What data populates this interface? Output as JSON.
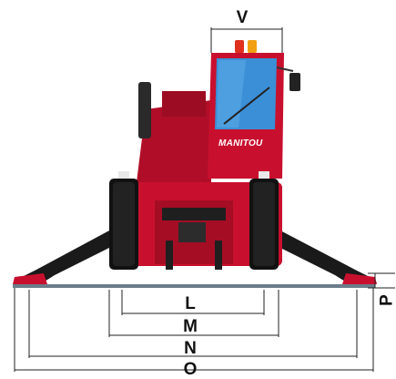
{
  "brand_text": "MANITOU",
  "dimensions": {
    "V": "V",
    "L": "L",
    "M": "M",
    "N": "N",
    "O": "O",
    "P": "P"
  },
  "colors": {
    "body_red": "#c8102e",
    "dark_red": "#8a0a1c",
    "stabilizer_black": "#1a1a1a",
    "cab_glass": "#3b8fd6",
    "ground_line": "#6b7d8a",
    "beacon_red": "#e0301e",
    "beacon_amber": "#f0a010"
  }
}
